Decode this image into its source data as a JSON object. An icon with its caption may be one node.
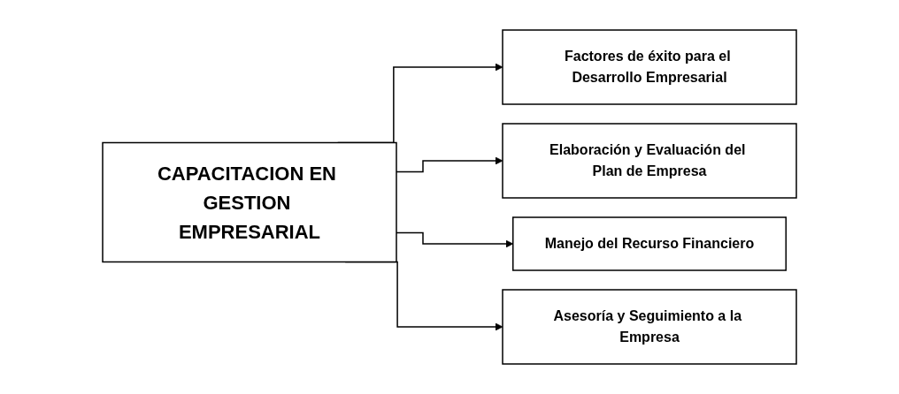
{
  "diagram": {
    "nodes": [
      {
        "text": [
          "CAPACITACION EN GESTION EMPRESARIAL"
        ]
      },
      {
        "text": [
          "Factores de éxito para el Desarrollo Empresarial"
        ]
      },
      {
        "text": [
          "Elaboración y Evaluación del Plan de Empresa"
        ]
      },
      {
        "text": [
          "Manejo del Recurso Financiero"
        ]
      },
      {
        "text": [
          "Asesoría y Seguimiento a la Empresa"
        ]
      }
    ],
    "edges": [
      {
        "from": 0,
        "to": 1,
        "arrow": "to"
      },
      {
        "from": 0,
        "to": 2,
        "arrow": "to"
      },
      {
        "from": 0,
        "to": 3,
        "arrow": "to"
      },
      {
        "from": 0,
        "to": 4,
        "arrow": "to"
      }
    ]
  }
}
